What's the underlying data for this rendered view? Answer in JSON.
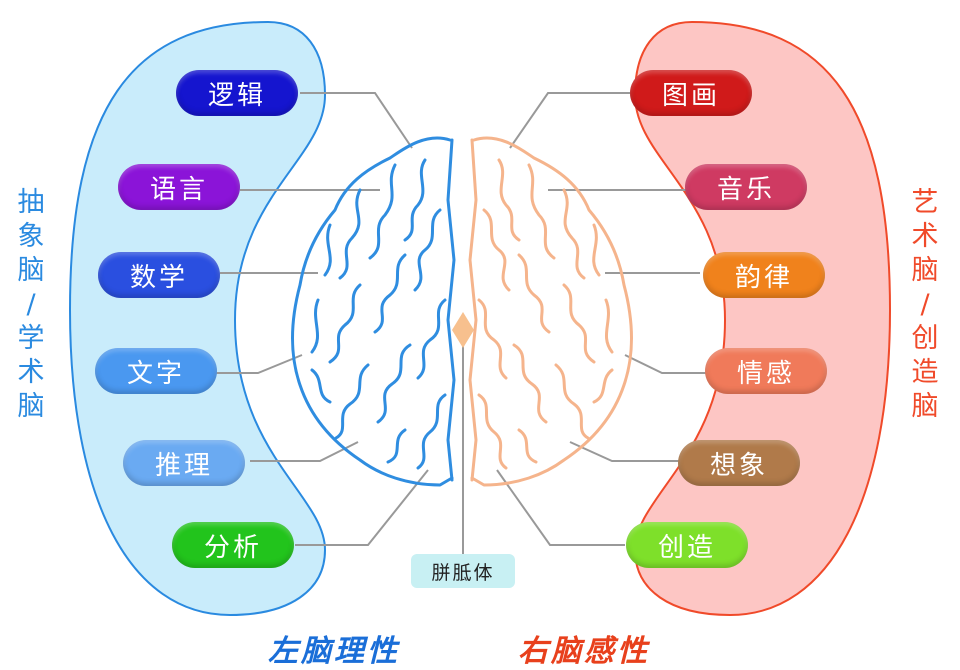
{
  "left": {
    "side_label": [
      "抽",
      "象",
      "脑",
      "/",
      "学",
      "术",
      "脑"
    ],
    "bottom_label": "左脑理性",
    "items": [
      "逻辑",
      "语言",
      "数学",
      "文字",
      "推理",
      "分析"
    ],
    "colors": [
      "#1515cf",
      "#8b14d8",
      "#2a4fe0",
      "#4a98f0",
      "#6aaaf2",
      "#22c41c"
    ],
    "accent": "#2a8ae0",
    "region_fill": "#c9ecfb"
  },
  "right": {
    "side_label": [
      "艺",
      "术",
      "脑",
      "/",
      "创",
      "造",
      "脑"
    ],
    "bottom_label": "右脑感性",
    "items": [
      "图画",
      "音乐",
      "韵律",
      "情感",
      "想象",
      "创造"
    ],
    "colors": [
      "#d01a1a",
      "#cf3a62",
      "#f0821c",
      "#f07a5a",
      "#b07a4a",
      "#7ee02a"
    ],
    "accent": "#f04a2a",
    "region_fill": "#fdc6c4"
  },
  "center": {
    "label": "胼胝体"
  },
  "brain_colors": {
    "left": "#2f8de0",
    "right": "#f5b48c",
    "corpus": "#f7c08e"
  }
}
